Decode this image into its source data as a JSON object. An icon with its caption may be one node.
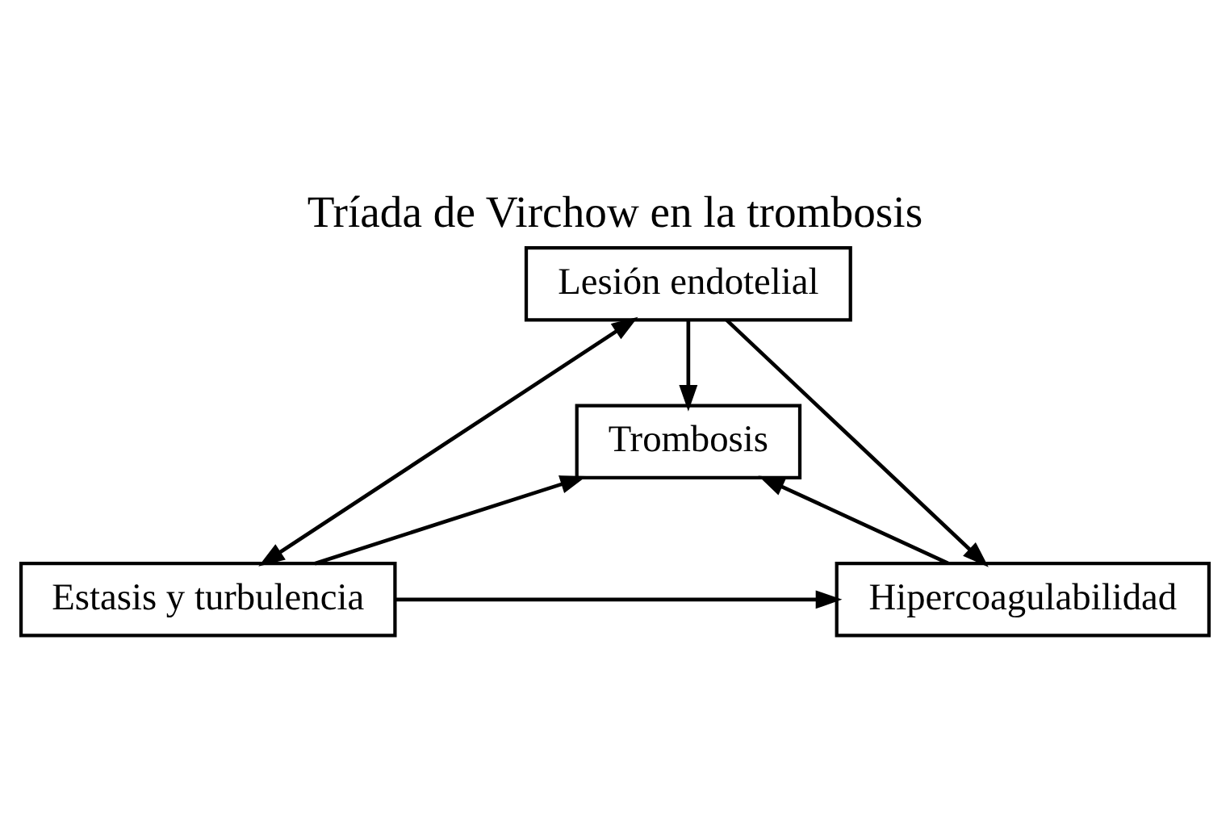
{
  "diagram": {
    "title": "Tríada de Virchow en la trombosis",
    "nodes": [
      {
        "text": [
          "Lesión endotelial"
        ]
      },
      {
        "text": [
          "Trombosis"
        ]
      },
      {
        "text": [
          "Estasis y turbulencia"
        ]
      },
      {
        "text": [
          "Hipercoagulabilidad"
        ]
      }
    ],
    "edges": [
      {
        "from": 0,
        "to": 1,
        "arrow": "to"
      },
      {
        "from": 2,
        "to": 0,
        "arrow": "both"
      },
      {
        "from": 0,
        "to": 3,
        "arrow": "to"
      },
      {
        "from": 2,
        "to": 1,
        "arrow": "to"
      },
      {
        "from": 3,
        "to": 1,
        "arrow": "to"
      },
      {
        "from": 2,
        "to": 3,
        "arrow": "to"
      }
    ]
  }
}
